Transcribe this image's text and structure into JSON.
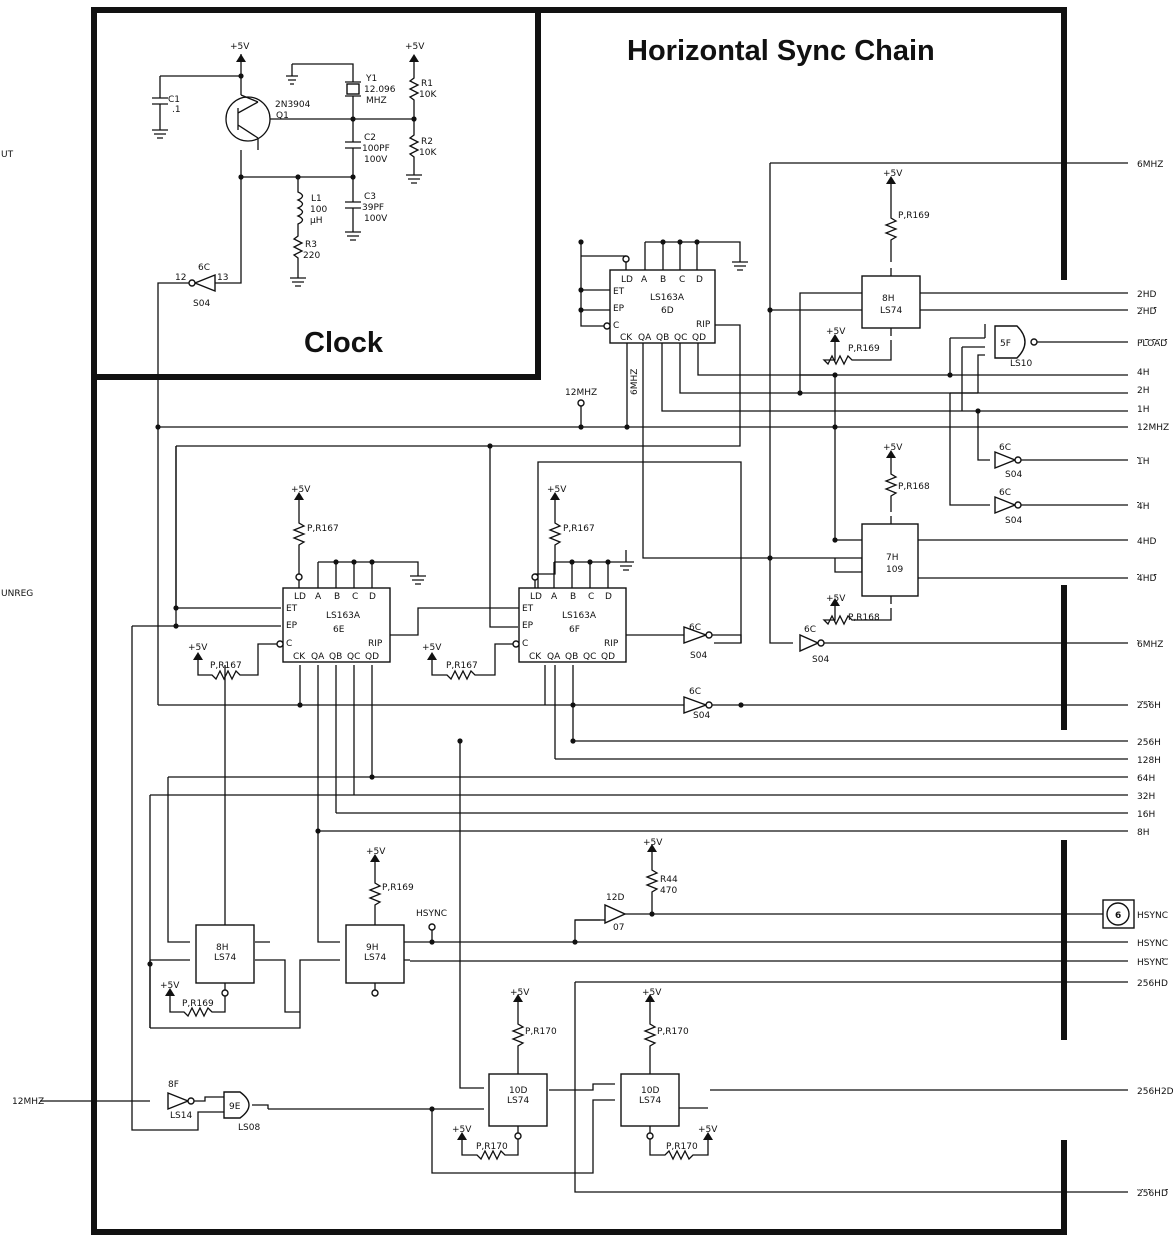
{
  "titles": {
    "chain": "Horizontal Sync Chain",
    "clock": "Clock"
  },
  "margin_labels": {
    "out": "UT",
    "unreg": "UNREG",
    "clk_in": "12MHZ"
  },
  "clock_section": {
    "pwr": "+5V",
    "c1": "C1",
    "c1v": ".1",
    "q1": "2N3904",
    "q1d": "Q1",
    "y1": "Y1",
    "y1f": "12.096",
    "y1u": "MHZ",
    "r1": "R1",
    "r1v": "10K",
    "r2": "R2",
    "r2v": "10K",
    "c2": "C2",
    "c2v": "100PF",
    "c2r": "100V",
    "c3": "C3",
    "c3v": "39PF",
    "c3r": "100V",
    "l1": "L1",
    "l1v": "100",
    "l1u": "µH",
    "r3": "R3",
    "r3v": "220",
    "inv": "6C",
    "invp": "S04",
    "pin12": "12",
    "pin13": "13"
  },
  "chips": {
    "c6d": {
      "type": "LS163A",
      "ref": "6D"
    },
    "c6e": {
      "type": "LS163A",
      "ref": "6E"
    },
    "c6f": {
      "type": "LS163A",
      "ref": "6F"
    },
    "c8h_top": {
      "ref": "8H",
      "type": "LS74"
    },
    "c7h": {
      "ref": "7H",
      "type": "109"
    },
    "c5f": {
      "ref": "5F",
      "type": "LS10"
    },
    "c8h_bot": {
      "ref": "8H",
      "type": "LS74"
    },
    "c9h": {
      "ref": "9H",
      "type": "LS74"
    },
    "c10d_a": {
      "ref": "10D",
      "type": "LS74"
    },
    "c10d_b": {
      "ref": "10D",
      "type": "LS74"
    },
    "c8f": {
      "ref": "8F",
      "type": "LS14"
    },
    "c9e": {
      "ref": "9E",
      "type": "LS08"
    },
    "c12d": {
      "ref": "12D",
      "type": "07"
    }
  },
  "pins163": {
    "ld": "LD",
    "a": "A",
    "b": "B",
    "c": "C",
    "d": "D",
    "et": "ET",
    "ep": "EP",
    "clr": "C",
    "ck": "CK",
    "qa": "QA",
    "qb": "QB",
    "qc": "QC",
    "qd": "QD",
    "rip": "RIP"
  },
  "pullups": {
    "r167": "P,R167",
    "r169": "P,R169",
    "r168": "P,R168",
    "r170": "P,R170",
    "r44": "R44",
    "r44v": "470",
    "pwr": "+5V"
  },
  "inverters": {
    "part": "S04",
    "ref": "6C"
  },
  "signals": {
    "s6mhz": "6MHZ",
    "s2hd": "2HD",
    "s2hd_n": "2HD",
    "pload": "PLOAD",
    "s4h": "4H",
    "s2h": "2H",
    "s1h": "1H",
    "s12mhz": "12MHZ",
    "s1h_n": "1H",
    "s4h_n": "4H",
    "s4hd": "4HD",
    "s4hd_n": "4HD",
    "s6mhz_n": "6MHZ",
    "s256h_n": "256H",
    "s256h": "256H",
    "s128h": "128H",
    "s64h": "64H",
    "s32h": "32H",
    "s16h": "16H",
    "s8h": "8H",
    "hsync": "HSYNC",
    "hsync2": "HSYNC",
    "hsync_n": "HSYNC",
    "s256hd": "256HD",
    "s256h2d": "256H2D",
    "s256hd_n": "256HD",
    "s6mhz_tap": "6MHZ",
    "s12mhz_tap": "12MHZ",
    "conn": "6"
  }
}
